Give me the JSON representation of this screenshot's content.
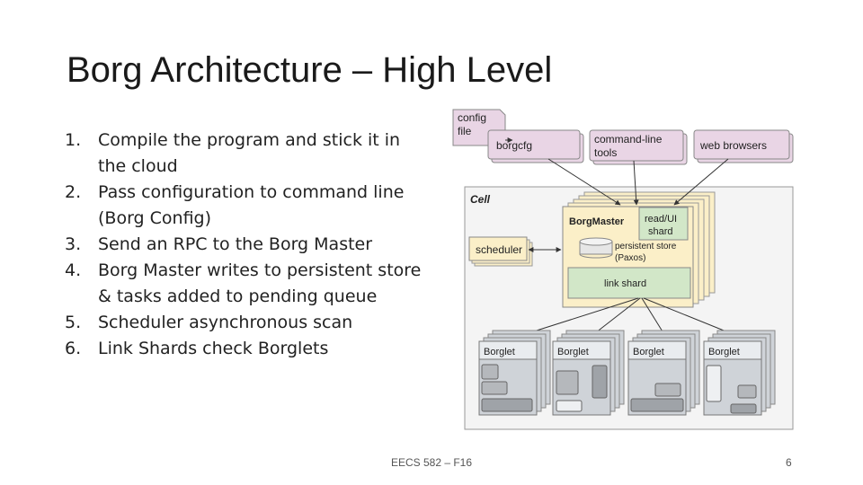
{
  "slide": {
    "title": "Borg Architecture – High Level",
    "footer": "EECS 582 – F16",
    "page_number": "6"
  },
  "steps": [
    {
      "num": "1.",
      "lines": [
        "Compile the program and stick it in",
        "the cloud"
      ]
    },
    {
      "num": "2.",
      "lines": [
        "Pass configuration to command line",
        "(Borg Config)"
      ]
    },
    {
      "num": "3.",
      "lines": [
        "Send an RPC to the Borg Master"
      ]
    },
    {
      "num": "4.",
      "lines": [
        "Borg Master writes to persistent store",
        "& tasks added to pending queue"
      ]
    },
    {
      "num": "5.",
      "lines": [
        "Scheduler asynchronous scan"
      ]
    },
    {
      "num": "6.",
      "lines": [
        "Link Shards check Borglets"
      ]
    }
  ],
  "diagram": {
    "config_file": [
      "config",
      "file"
    ],
    "borgcfg": "borgcfg",
    "cmdline": [
      "command-line",
      "tools"
    ],
    "web_browsers": "web browsers",
    "cell": "Cell",
    "scheduler": "scheduler",
    "borgmaster": "BorgMaster",
    "readui": [
      "read/UI",
      "shard"
    ],
    "persistent_store": [
      "persistent store",
      "(Paxos)"
    ],
    "link_shard": "link shard",
    "borglets": [
      "Borglet",
      "Borglet",
      "Borglet",
      "Borglet"
    ],
    "colors": {
      "pink": "#e9d5e5",
      "cream": "#fbefc8",
      "green": "#d2e7c8",
      "gray": "#cfd3d8",
      "cell_bg": "#f4f4f4"
    }
  }
}
